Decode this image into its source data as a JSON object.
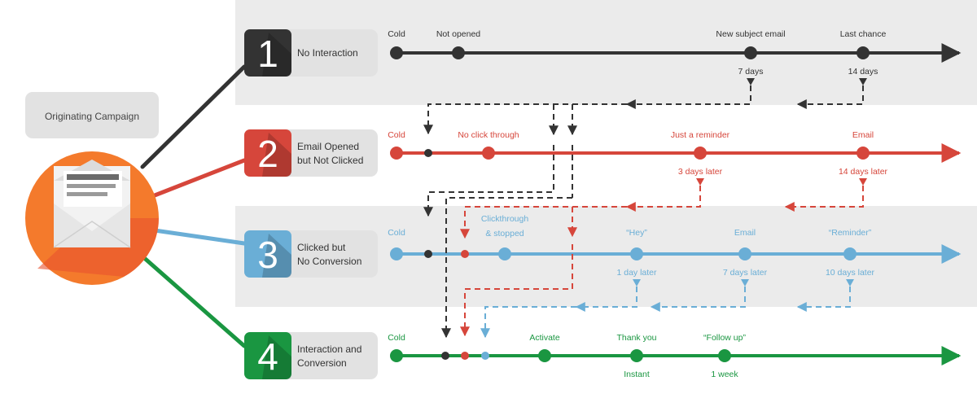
{
  "origin": {
    "label": "Originating Campaign"
  },
  "colors": {
    "dark": "#333333",
    "red": "#d6463b",
    "blue": "#6aaed6",
    "green": "#1a9641",
    "orange": "#f47a2c",
    "band": "#ebebeb",
    "label_box": "#e2e2e2"
  },
  "stages": [
    {
      "number": "1",
      "label_lines": [
        "No Interaction"
      ],
      "color": "#333333",
      "nodes": [
        {
          "top": "Cold",
          "bottom": ""
        },
        {
          "top": "Not opened",
          "bottom": ""
        },
        {
          "top": "New subject email",
          "bottom": "7 days"
        },
        {
          "top": "Last chance",
          "bottom": "14 days"
        }
      ]
    },
    {
      "number": "2",
      "label_lines": [
        "Email Opened",
        "but Not Clicked"
      ],
      "color": "#d6463b",
      "nodes": [
        {
          "top": "Cold",
          "bottom": ""
        },
        {
          "top": "No click through",
          "bottom": ""
        },
        {
          "top": "Just a reminder",
          "bottom": "3 days later"
        },
        {
          "top": "Email",
          "bottom": "14 days later"
        }
      ]
    },
    {
      "number": "3",
      "label_lines": [
        "Clicked but",
        "No Conversion"
      ],
      "color": "#6aaed6",
      "nodes": [
        {
          "top": "Cold",
          "bottom": ""
        },
        {
          "top": "Clickthrough\n& stopped",
          "bottom": ""
        },
        {
          "top": "“Hey”",
          "bottom": "1 day later"
        },
        {
          "top": "Email",
          "bottom": "7 days later"
        },
        {
          "top": "“Reminder”",
          "bottom": "10 days later"
        }
      ]
    },
    {
      "number": "4",
      "label_lines": [
        "Interaction and",
        "Conversion"
      ],
      "color": "#1a9641",
      "nodes": [
        {
          "top": "Cold",
          "bottom": ""
        },
        {
          "top": "Activate",
          "bottom": ""
        },
        {
          "top": "Thank you",
          "bottom": "Instant"
        },
        {
          "top": "“Follow up”",
          "bottom": "1 week"
        }
      ]
    }
  ]
}
